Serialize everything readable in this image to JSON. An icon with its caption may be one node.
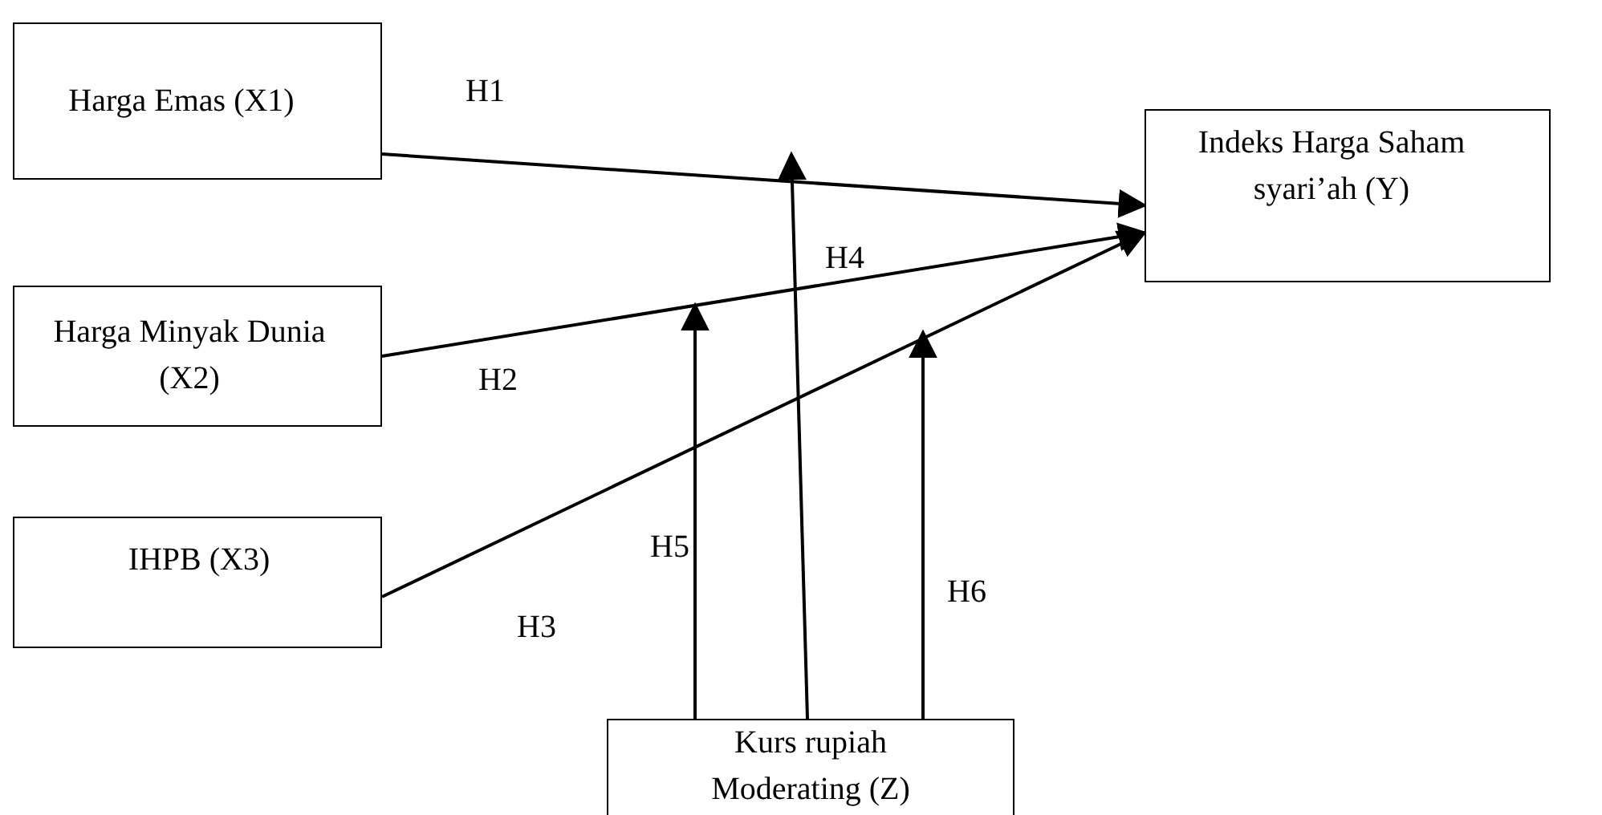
{
  "diagram": {
    "nodes": [
      {
        "text": [
          "Harga Emas (X1)"
        ]
      },
      {
        "text": [
          "Harga Minyak Dunia (X2)"
        ]
      },
      {
        "text": [
          "IHPB (X3)"
        ]
      },
      {
        "text": [
          "Indeks Harga Saham syari’ah (Y)"
        ]
      },
      {
        "text": [
          "Kurs rupiah Moderating (Z)"
        ]
      }
    ],
    "edges": [
      {
        "from": 0,
        "to": 3,
        "arrow": "to",
        "label": "H1"
      },
      {
        "from": 1,
        "to": 3,
        "arrow": "to",
        "label": "H2"
      },
      {
        "from": 2,
        "to": 3,
        "arrow": "to",
        "label": "H3"
      },
      {
        "from": 4,
        "to": null,
        "arrow": "to",
        "label": "H5"
      },
      {
        "from": 4,
        "to": null,
        "arrow": "to",
        "label": "H4"
      },
      {
        "from": 4,
        "to": null,
        "arrow": "to",
        "label": "H6"
      }
    ]
  }
}
